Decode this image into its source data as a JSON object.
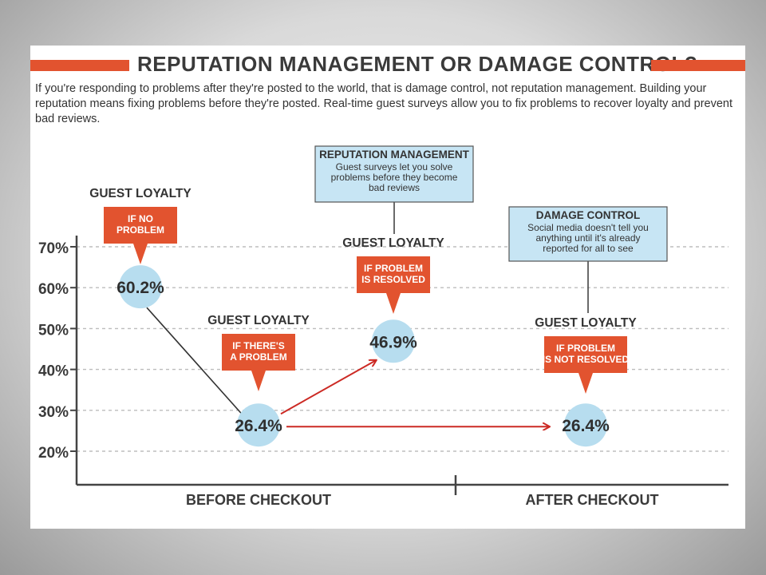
{
  "title": "REPUTATION MANAGEMENT OR DAMAGE CONTROL?",
  "intro": "If you're responding to problems after they're posted to the world, that is damage control, not reputation management. Building your reputation means fixing problems before they're posted. Real-time guest surveys allow you to fix problems to recover loyalty and prevent bad reviews.",
  "colors": {
    "accent": "#e2532f",
    "bubble": "#b7ddef",
    "callout": "#c7e5f4",
    "arrow": "#cc2a24",
    "grid": "#bdbdbd"
  },
  "callouts": {
    "reputation": {
      "title": "REPUTATION MANAGEMENT",
      "lines": [
        "Guest surveys let you solve",
        "problems before they become",
        "bad reviews"
      ]
    },
    "damage": {
      "title": "DAMAGE CONTROL",
      "lines": [
        "Social  media doesn't tell you",
        "anything until it's already",
        "reported for all to see"
      ]
    }
  },
  "chart_data": {
    "type": "line",
    "yticks": [
      "70%",
      "60%",
      "50%",
      "40%",
      "30%",
      "20%"
    ],
    "ylim": [
      20,
      70
    ],
    "categories": [
      "BEFORE CHECKOUT",
      "AFTER CHECKOUT"
    ],
    "points": [
      {
        "id": "no-problem",
        "value": 60.2,
        "label": "60.2%",
        "header": "GUEST LOYALTY",
        "tag": [
          "IF NO",
          "PROBLEM"
        ]
      },
      {
        "id": "problem",
        "value": 26.4,
        "label": "26.4%",
        "header": "GUEST LOYALTY",
        "tag": [
          "IF THERE'S",
          "A PROBLEM"
        ]
      },
      {
        "id": "resolved",
        "value": 46.9,
        "label": "46.9%",
        "header": "GUEST LOYALTY",
        "tag": [
          "IF PROBLEM",
          "IS RESOLVED"
        ]
      },
      {
        "id": "not-resolved",
        "value": 26.4,
        "label": "26.4%",
        "header": "GUEST LOYALTY",
        "tag": [
          "IF PROBLEM",
          "IS NOT RESOLVED"
        ]
      }
    ]
  }
}
